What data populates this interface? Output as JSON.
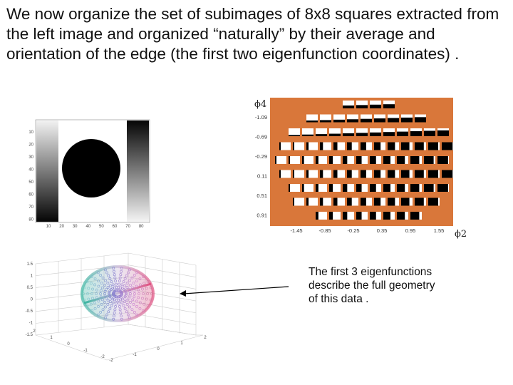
{
  "slide": {
    "title": "We now organize the set of subimages of 8x8 squares extracted from the left image and organized “naturally” by their average and orientation of the edge (the first two eigenfunction coordinates) .",
    "caption": "The first 3 eigenfunctions\ndescribe the full geometry\nof this data ."
  },
  "source_image": {
    "y_ticks": [
      "10",
      "20",
      "30",
      "40",
      "50",
      "60",
      "70",
      "80"
    ],
    "x_ticks": [
      "10",
      "20",
      "30",
      "40",
      "50",
      "60",
      "70",
      "80"
    ]
  },
  "eigen_plot": {
    "y_label": "ϕ4",
    "x_label": "ϕ2",
    "y_ticks": [
      "-1.09",
      "-0.69",
      "-0.29",
      "0.11",
      "0.51",
      "0.91"
    ],
    "x_ticks": [
      "-1.45",
      "-0.85",
      "-0.25",
      "0.35",
      "0.95",
      "1.55"
    ],
    "background_color": "#d9773a"
  },
  "plot3d": {
    "z_ticks": [
      "1.5",
      "1",
      "0.5",
      "0",
      "-0.5",
      "-1",
      "-1.5"
    ],
    "y_ticks": [
      "2",
      "1",
      "0",
      "-1",
      "-2"
    ],
    "x_ticks": [
      "-2",
      "-1",
      "0",
      "1",
      "2"
    ]
  }
}
